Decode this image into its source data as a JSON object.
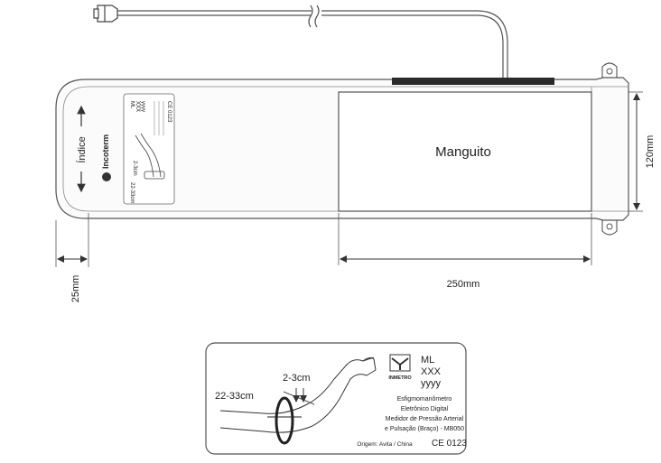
{
  "cuff": {
    "title": "Manguito",
    "width_label": "250mm",
    "height_label": "120mm",
    "edge_label": "25mm",
    "index_label": "Índice",
    "brand": "Incoterm"
  },
  "label_card": {
    "cert_mark": "INMETRO",
    "model_code": "ML",
    "lot_code": "XXX",
    "date_code": "yyyy",
    "arm_range": "22-33cm",
    "gap_range": "2-3cm",
    "description": [
      "Esfigmomanômetro",
      "Eletrônico Digital",
      "Medidor de Pressão Arterial",
      "e Pulsação (Braço) - MB050"
    ],
    "origin": "Origem: Avita / China",
    "ce_mark": "CE 0123"
  },
  "small_label": {
    "model_code": "ML",
    "lot_code": "XXX",
    "date_code": "yyyy",
    "arm_range": "22-33cm",
    "gap_range": "2-3cm",
    "ce_mark": "CE 0123"
  }
}
